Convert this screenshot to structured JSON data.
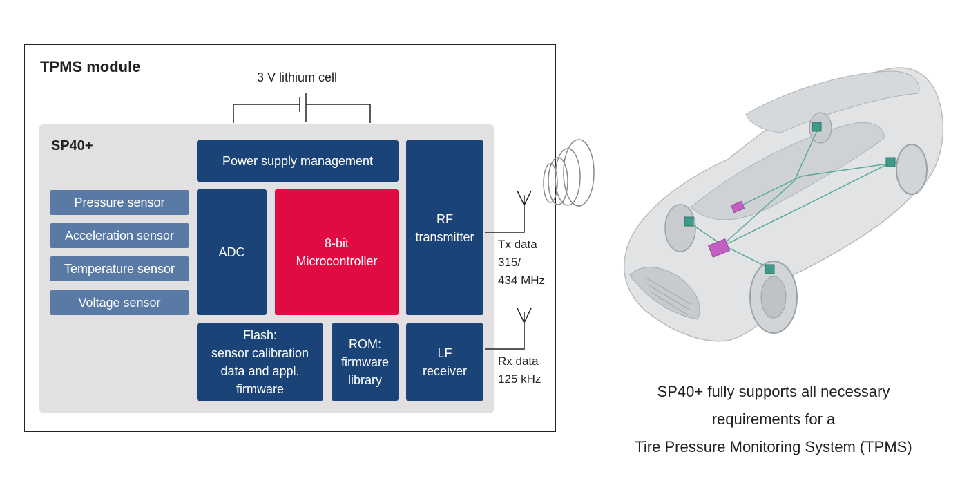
{
  "module": {
    "title": "TPMS module",
    "battery_label": "3 V lithium cell",
    "chip_title": "SP40+"
  },
  "sensors": [
    "Pressure sensor",
    "Acceleration sensor",
    "Temperature sensor",
    "Voltage sensor"
  ],
  "blocks": {
    "power": "Power supply management",
    "adc": "ADC",
    "mcu": "8-bit\nMicrocontroller",
    "rf": "RF\ntransmitter",
    "flash": "Flash:\nsensor calibration\ndata and appl.\nfirmware",
    "rom": "ROM:\nfirmware\nlibrary",
    "lf": "LF\nreceiver"
  },
  "links": {
    "tx": "Tx data\n315/\n434 MHz",
    "rx": "Rx data\n125 kHz"
  },
  "caption": "SP40+ fully supports all necessary\nrequirements for a\nTire Pressure Monitoring System (TPMS)",
  "colors": {
    "block_blue": "#1a4478",
    "mcu_red": "#e10a42",
    "sensor_blue": "#5a7aa6",
    "chip_gray": "#e3e0e1",
    "sensor_node": "#3f9a8c",
    "ecu_node": "#c35ec2"
  }
}
